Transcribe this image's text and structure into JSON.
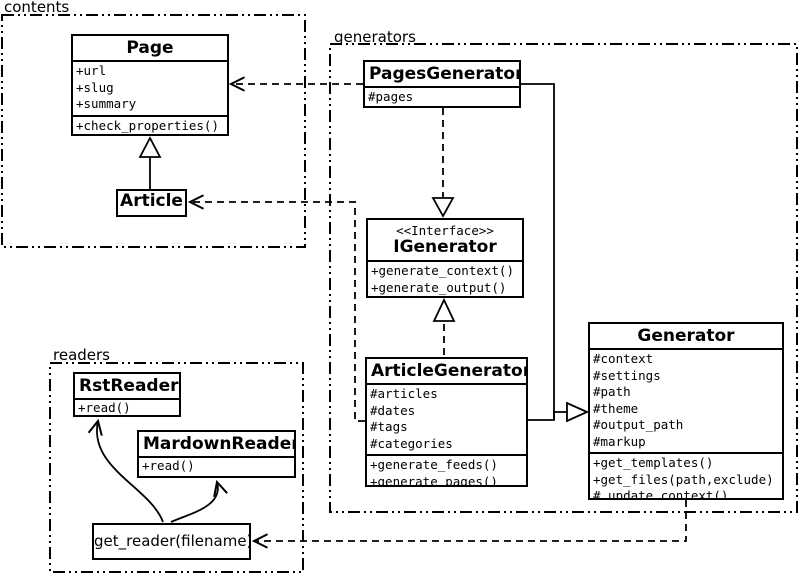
{
  "colors": {
    "ink": "#000000",
    "paper": "#ffffff"
  },
  "packages": {
    "contents": {
      "label": "contents"
    },
    "generators": {
      "label": "generators"
    },
    "readers": {
      "label": "readers"
    }
  },
  "classes": {
    "page": {
      "title": "Page",
      "attributes": [
        "+url",
        "+slug",
        "+summary"
      ],
      "methods": [
        "+check_properties()"
      ]
    },
    "article": {
      "title": "Article"
    },
    "pages_generator": {
      "title": "PagesGenerator",
      "attributes": [
        "#pages"
      ]
    },
    "igenerator": {
      "stereotype": "<<Interface>>",
      "title": "IGenerator",
      "methods": [
        "+generate_context()",
        "+generate_output()"
      ]
    },
    "article_generator": {
      "title": "ArticleGenerator",
      "attributes": [
        "#articles",
        "#dates",
        "#tags",
        "#categories"
      ],
      "methods": [
        "+generate_feeds()",
        "+generate_pages()"
      ]
    },
    "generator": {
      "title": "Generator",
      "attributes": [
        "#context",
        "#settings",
        "#path",
        "#theme",
        "#output_path",
        "#markup"
      ],
      "methods": [
        "+get_templates()",
        "+get_files(path,exclude)",
        "#_update_context()"
      ]
    },
    "rst_reader": {
      "title": "RstReader",
      "methods": [
        "+read()"
      ]
    },
    "mardown_reader": {
      "title": "MardownReader",
      "methods": [
        "+read()"
      ]
    },
    "get_reader": {
      "label": "get_reader(filename)"
    }
  }
}
